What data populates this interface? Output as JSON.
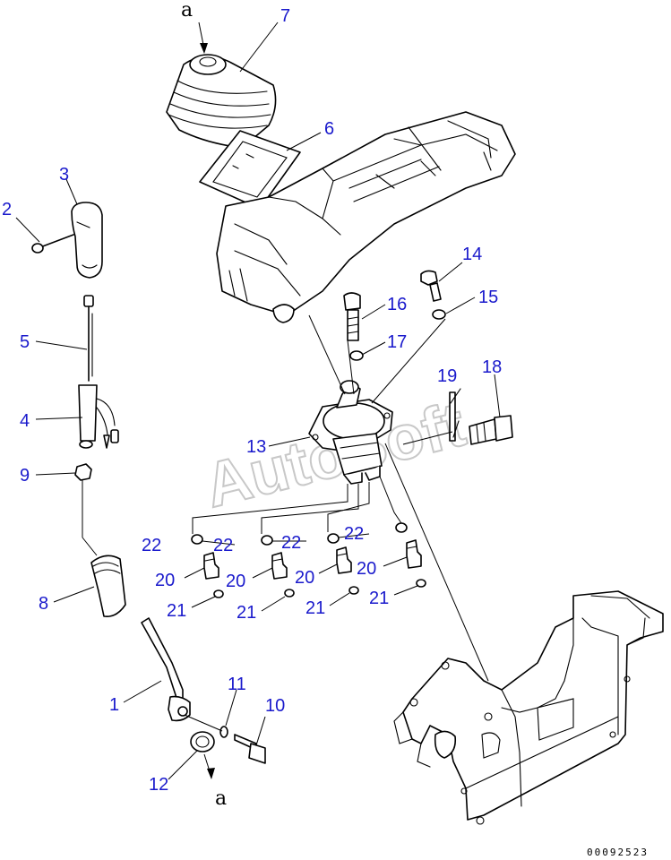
{
  "watermark": "AutoSoft",
  "drawing_code": "00092523",
  "reference_letter": "a",
  "callouts": {
    "c1": "1",
    "c2": "2",
    "c3": "3",
    "c4": "4",
    "c5": "5",
    "c6": "6",
    "c7": "7",
    "c8": "8",
    "c9": "9",
    "c10": "10",
    "c11": "11",
    "c12": "12",
    "c13": "13",
    "c14": "14",
    "c15": "15",
    "c16": "16",
    "c17": "17",
    "c18": "18",
    "c19": "19",
    "c20a": "20",
    "c20b": "20",
    "c20c": "20",
    "c20d": "20",
    "c21a": "21",
    "c21b": "21",
    "c21c": "21",
    "c21d": "21",
    "c22a": "22",
    "c22b": "22",
    "c22c": "22",
    "c22d": "22"
  },
  "colors": {
    "callout": "#1a1acc",
    "line": "#000000",
    "watermark": "#c8c8c8"
  }
}
